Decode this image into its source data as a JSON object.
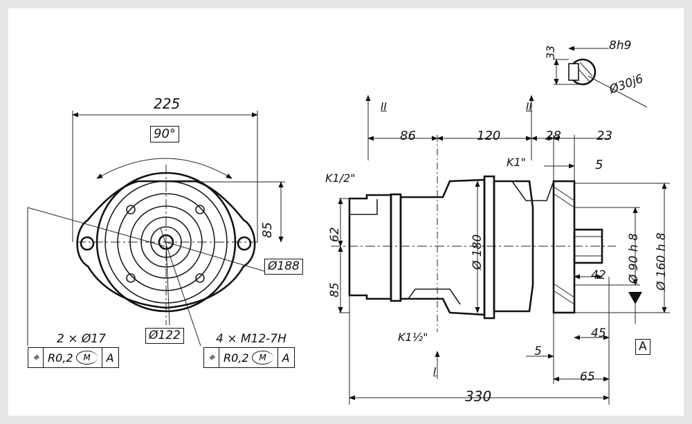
{
  "labels": {
    "width_225": "225",
    "angle_90": "90°",
    "dim_85_front": "85",
    "dia_188": "Ø188",
    "dia_122": "Ø122",
    "holes_2x17": "2 × Ø17",
    "holes_4xM12": "4 × M12-7H",
    "tol_left": {
      "symbol": "⌖",
      "value": "R0,2",
      "mod": "M",
      "datum": "A"
    },
    "tol_right": {
      "symbol": "⌖",
      "value": "R0,2",
      "mod": "M",
      "datum": "A"
    },
    "section_II_left": "II",
    "section_II_right": "II",
    "section_I": "I",
    "dim_86": "86",
    "dim_120": "120",
    "dim_28": "28",
    "dim_23": "23",
    "dim_5_top": "5",
    "port_K1_2_top": "K1/2\"",
    "port_K1": "K1\"",
    "port_K1_1_2": "K1½\"",
    "dim_62": "62",
    "dim_85_side": "85",
    "dia_180": "Ø 180",
    "dia_90h8": "Ø 90 h 8",
    "dia_160h8": "Ø 160 h 8",
    "dim_42": "42",
    "datum_A": "A",
    "dim_45": "45",
    "dim_5_bottom": "5",
    "dim_65": "65",
    "dim_330": "330",
    "dim_33": "33",
    "dim_8h9": "8h9",
    "dia_30j6": "Ø30j6"
  }
}
